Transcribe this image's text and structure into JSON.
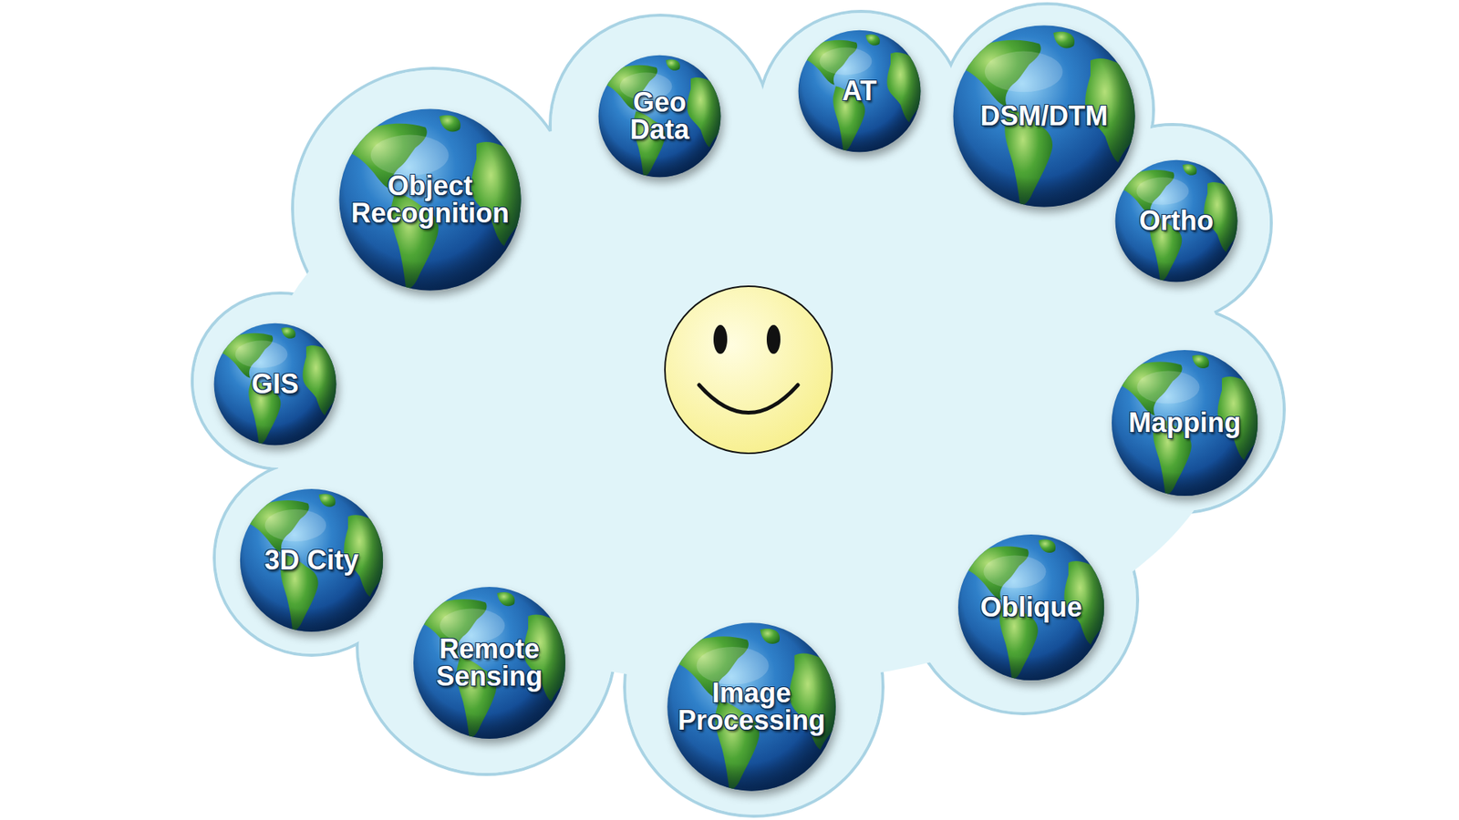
{
  "diagram": {
    "nodes": [
      {
        "text": [
          "Geo Data"
        ]
      },
      {
        "text": [
          "AT"
        ]
      },
      {
        "text": [
          "DSM/DTM"
        ]
      },
      {
        "text": [
          "Object Recognition"
        ]
      },
      {
        "text": [
          "Ortho"
        ]
      },
      {
        "text": [
          "GIS"
        ]
      },
      {
        "text": [
          "Mapping"
        ]
      },
      {
        "text": [
          "3D City"
        ]
      },
      {
        "text": [
          "Oblique"
        ]
      },
      {
        "text": [
          "Remote Sensing"
        ]
      },
      {
        "text": [
          "Image Processing"
        ]
      }
    ]
  }
}
